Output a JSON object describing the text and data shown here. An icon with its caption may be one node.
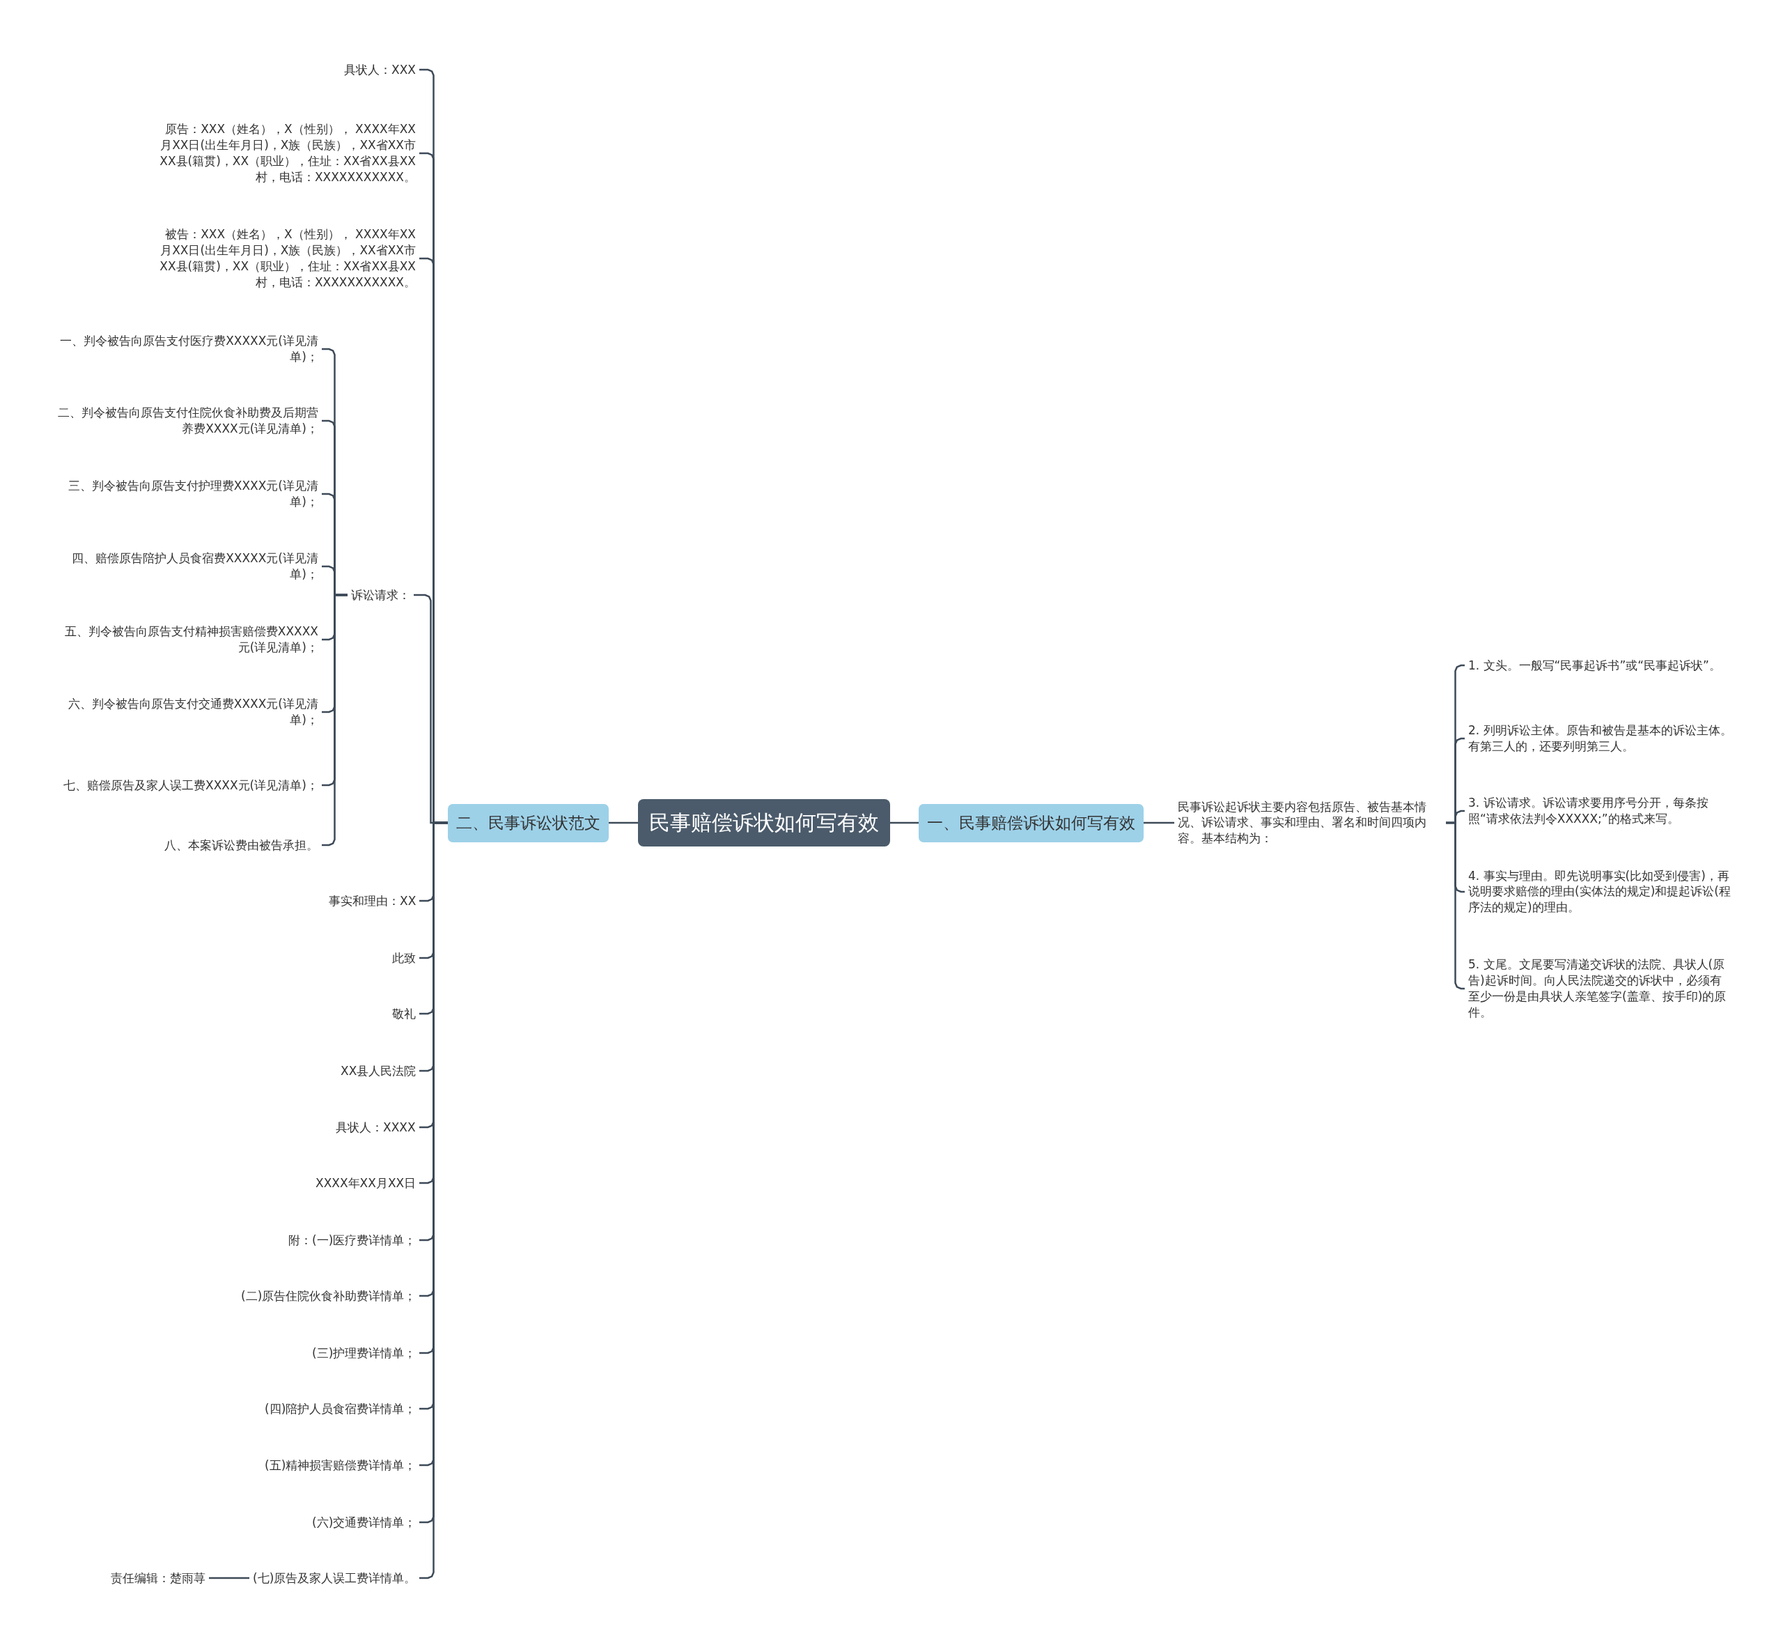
{
  "diagram": {
    "nodes": [
      {
        "text": [
          "民事赔偿诉状如何写有效"
        ]
      },
      {
        "text": [
          "一、民事赔偿诉状如何写有效"
        ]
      },
      {
        "text": [
          "民事诉讼起诉状主要内容包括原告、被告基本情况、诉讼请求、事实和理由、署名和时间四项内容。基本结构为："
        ]
      },
      {
        "text": [
          "1. 文头。一般写“民事起诉书”或“民事起诉状”。"
        ]
      },
      {
        "text": [
          "2. 列明诉讼主体。原告和被告是基本的诉讼主体。有第三人的，还要列明第三人。"
        ]
      },
      {
        "text": [
          "3. 诉讼请求。诉讼请求要用序号分开，每条按照“请求依法判令XXXXX;”的格式来写。"
        ]
      },
      {
        "text": [
          "4. 事实与理由。即先说明事实(比如受到侵害)，再说明要求赔偿的理由(实体法的规定)和提起诉讼(程序法的规定)的理由。"
        ]
      },
      {
        "text": [
          "5. 文尾。文尾要写清递交诉状的法院、具状人(原告)起诉时间。向人民法院递交的诉状中，必须有至少一份是由具状人亲笔签字(盖章、按手印)的原件。"
        ]
      },
      {
        "text": [
          "二、民事诉讼状范文"
        ]
      },
      {
        "text": [
          "具状人：XXX"
        ]
      },
      {
        "text": [
          "原告：XXX（姓名），X（性别）， XXXX年XX月XX日(出生年月日)，X族（民族），XX省XX市XX县(籍贯)，XX（职业），住址：XX省XX县XX村，电话：XXXXXXXXXXX。"
        ]
      },
      {
        "text": [
          "被告：XXX（姓名），X（性别）， XXXX年XX月XX日(出生年月日)，X族（民族），XX省XX市XX县(籍贯)，XX（职业），住址：XX省XX县XX村，电话：XXXXXXXXXXX。"
        ]
      },
      {
        "text": [
          "诉讼请求："
        ]
      },
      {
        "text": [
          "一、判令被告向原告支付医疗费XXXXX元(详见清单)；"
        ]
      },
      {
        "text": [
          "二、判令被告向原告支付住院伙食补助费及后期营养费XXXX元(详见清单)；"
        ]
      },
      {
        "text": [
          "三、判令被告向原告支付护理费XXXX元(详见清单)；"
        ]
      },
      {
        "text": [
          "四、赔偿原告陪护人员食宿费XXXXX元(详见清单)；"
        ]
      },
      {
        "text": [
          "五、判令被告向原告支付精神损害赔偿费XXXXX元(详见清单)；"
        ]
      },
      {
        "text": [
          "六、判令被告向原告支付交通费XXXX元(详见清单)；"
        ]
      },
      {
        "text": [
          "七、赔偿原告及家人误工费XXXX元(详见清单)；"
        ]
      },
      {
        "text": [
          "八、本案诉讼费由被告承担。"
        ]
      },
      {
        "text": [
          "事实和理由：XX"
        ]
      },
      {
        "text": [
          "此致"
        ]
      },
      {
        "text": [
          "敬礼"
        ]
      },
      {
        "text": [
          "XX县人民法院"
        ]
      },
      {
        "text": [
          "具状人：XXXX"
        ]
      },
      {
        "text": [
          "XXXX年XX月XX日"
        ]
      },
      {
        "text": [
          "附：(一)医疗费详情单；"
        ]
      },
      {
        "text": [
          "(二)原告住院伙食补助费详情单；"
        ]
      },
      {
        "text": [
          "(三)护理费详情单；"
        ]
      },
      {
        "text": [
          "(四)陪护人员食宿费详情单；"
        ]
      },
      {
        "text": [
          "(五)精神损害赔偿费详情单；"
        ]
      },
      {
        "text": [
          "(六)交通费详情单；"
        ]
      },
      {
        "text": [
          "(七)原告及家人误工费详情单。"
        ]
      },
      {
        "text": [
          "责任编辑：楚雨荨"
        ]
      }
    ],
    "edges": [
      {
        "from": 0,
        "to": 1,
        "arrow": "none"
      },
      {
        "from": 1,
        "to": 2,
        "arrow": "none"
      },
      {
        "from": 2,
        "to": 3,
        "arrow": "none"
      },
      {
        "from": 2,
        "to": 4,
        "arrow": "none"
      },
      {
        "from": 2,
        "to": 5,
        "arrow": "none"
      },
      {
        "from": 2,
        "to": 6,
        "arrow": "none"
      },
      {
        "from": 2,
        "to": 7,
        "arrow": "none"
      },
      {
        "from": 0,
        "to": 8,
        "arrow": "none"
      },
      {
        "from": 8,
        "to": 9,
        "arrow": "none"
      },
      {
        "from": 8,
        "to": 10,
        "arrow": "none"
      },
      {
        "from": 8,
        "to": 11,
        "arrow": "none"
      },
      {
        "from": 8,
        "to": 12,
        "arrow": "none"
      },
      {
        "from": 12,
        "to": 13,
        "arrow": "none"
      },
      {
        "from": 12,
        "to": 14,
        "arrow": "none"
      },
      {
        "from": 12,
        "to": 15,
        "arrow": "none"
      },
      {
        "from": 12,
        "to": 16,
        "arrow": "none"
      },
      {
        "from": 12,
        "to": 17,
        "arrow": "none"
      },
      {
        "from": 12,
        "to": 18,
        "arrow": "none"
      },
      {
        "from": 12,
        "to": 19,
        "arrow": "none"
      },
      {
        "from": 12,
        "to": 20,
        "arrow": "none"
      },
      {
        "from": 8,
        "to": 21,
        "arrow": "none"
      },
      {
        "from": 8,
        "to": 22,
        "arrow": "none"
      },
      {
        "from": 8,
        "to": 23,
        "arrow": "none"
      },
      {
        "from": 8,
        "to": 24,
        "arrow": "none"
      },
      {
        "from": 8,
        "to": 25,
        "arrow": "none"
      },
      {
        "from": 8,
        "to": 26,
        "arrow": "none"
      },
      {
        "from": 8,
        "to": 27,
        "arrow": "none"
      },
      {
        "from": 8,
        "to": 28,
        "arrow": "none"
      },
      {
        "from": 8,
        "to": 29,
        "arrow": "none"
      },
      {
        "from": 8,
        "to": 30,
        "arrow": "none"
      },
      {
        "from": 8,
        "to": 31,
        "arrow": "none"
      },
      {
        "from": 8,
        "to": 32,
        "arrow": "none"
      },
      {
        "from": 8,
        "to": 33,
        "arrow": "none"
      },
      {
        "from": 33,
        "to": 34,
        "arrow": "none"
      }
    ]
  }
}
